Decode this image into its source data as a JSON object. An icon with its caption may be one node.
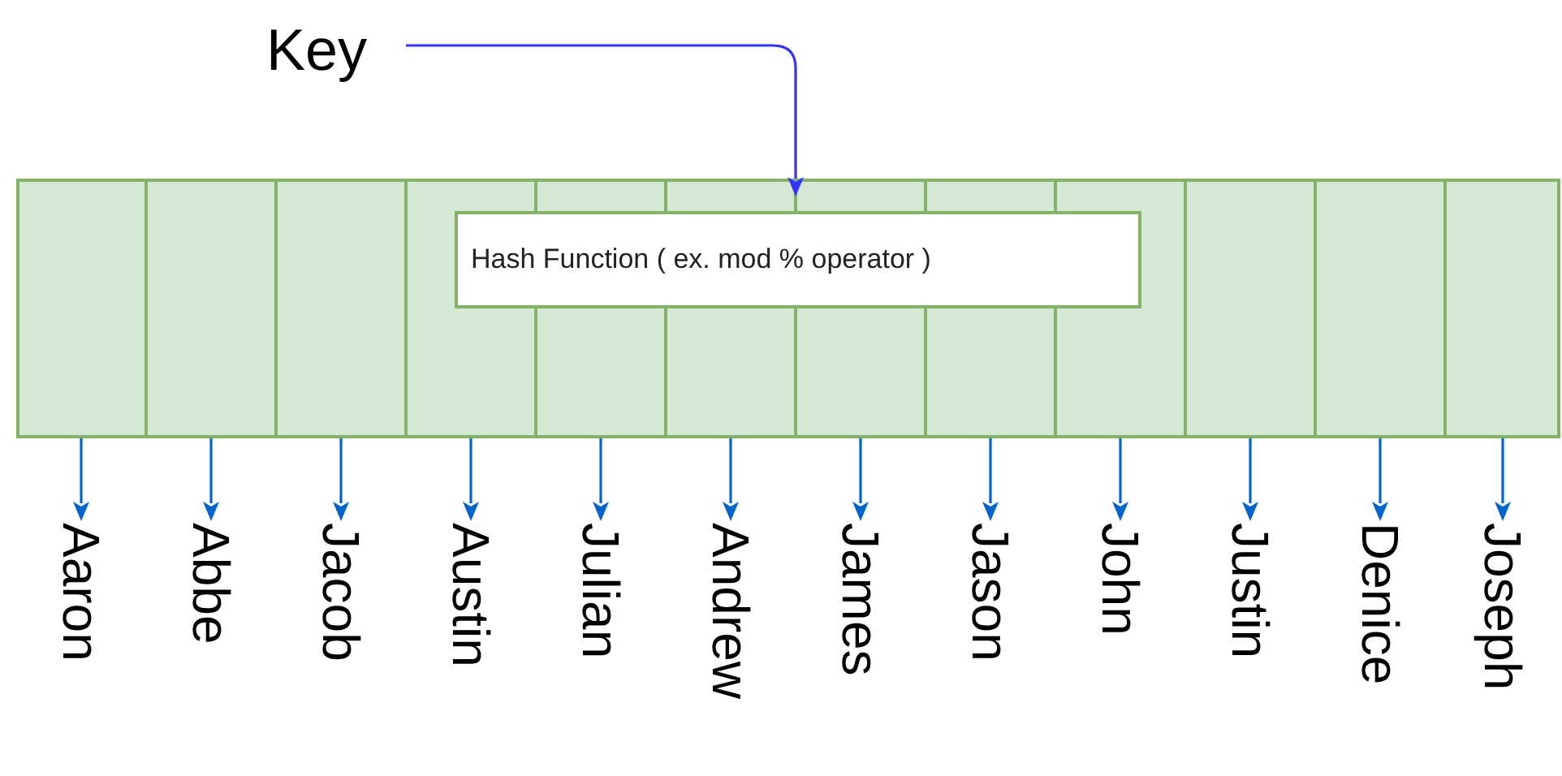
{
  "diagram": {
    "nodes": [
      {
        "text": [
          "Key"
        ]
      },
      {
        "text": [],
        "shape": "box"
      },
      {
        "text": [
          "Hash Function ( ex. mod % operator )"
        ],
        "in": 1
      },
      {
        "text": [
          "Aaron"
        ]
      },
      {
        "text": [
          "Abbe"
        ]
      },
      {
        "text": [
          "Jacob"
        ]
      },
      {
        "text": [
          "Austin"
        ]
      },
      {
        "text": [
          "Julian"
        ]
      },
      {
        "text": [
          "Andrew"
        ]
      },
      {
        "text": [
          "James"
        ]
      },
      {
        "text": [
          "Jason"
        ]
      },
      {
        "text": [
          "John"
        ]
      },
      {
        "text": [
          "Justin"
        ]
      },
      {
        "text": [
          "Denice"
        ]
      },
      {
        "text": [
          "Joseph"
        ]
      }
    ],
    "edges": [
      {
        "from": 0,
        "to": 1,
        "arrow": "to",
        "color": "#3333ff"
      },
      {
        "from": 1,
        "to": 3,
        "arrow": "to"
      },
      {
        "from": 1,
        "to": 4,
        "arrow": "to"
      },
      {
        "from": 1,
        "to": 5,
        "arrow": "to"
      },
      {
        "from": 1,
        "to": 6,
        "arrow": "to"
      },
      {
        "from": 1,
        "to": 7,
        "arrow": "to"
      },
      {
        "from": 1,
        "to": 8,
        "arrow": "to"
      },
      {
        "from": 1,
        "to": 9,
        "arrow": "to"
      },
      {
        "from": 1,
        "to": 10,
        "arrow": "to"
      },
      {
        "from": 1,
        "to": 11,
        "arrow": "to"
      },
      {
        "from": 1,
        "to": 12,
        "arrow": "to"
      },
      {
        "from": 1,
        "to": 13,
        "arrow": "to"
      },
      {
        "from": 1,
        "to": 14,
        "arrow": "to"
      }
    ]
  }
}
